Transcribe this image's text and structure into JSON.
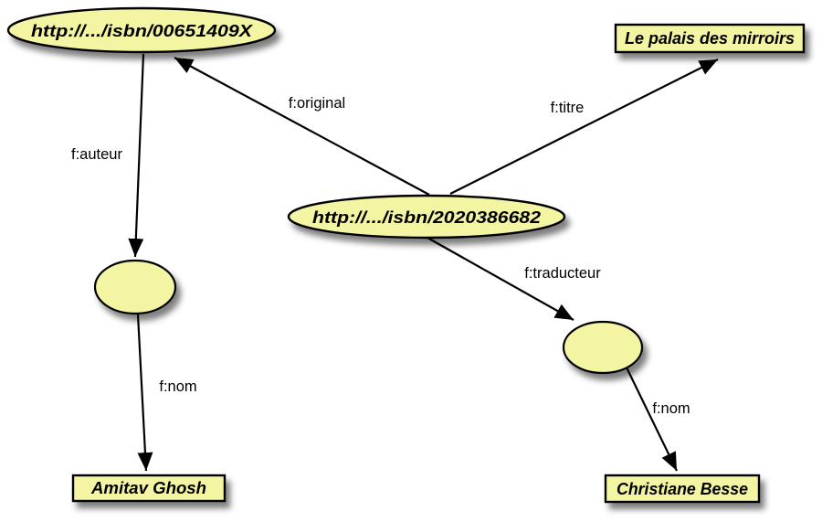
{
  "diagram": {
    "type": "rdf-graph",
    "background": "#ffffff",
    "colors": {
      "node_fill": "#f3f5a2",
      "node_stroke": "#000000",
      "edge_color": "#000000",
      "label_color": "#000000"
    },
    "nodes": {
      "isbn1": {
        "label": "http://.../isbn/00651409X",
        "shape": "ellipse",
        "kind": "resource"
      },
      "isbn2": {
        "label": "http://.../isbn/2020386682",
        "shape": "ellipse",
        "kind": "resource"
      },
      "titre": {
        "label": "Le palais des mirroirs",
        "shape": "rect",
        "kind": "literal"
      },
      "blank_auteur": {
        "label": "",
        "shape": "ellipse",
        "kind": "blank-node"
      },
      "blank_traducteur": {
        "label": "",
        "shape": "ellipse",
        "kind": "blank-node"
      },
      "auteur_nom": {
        "label": "Amitav Ghosh",
        "shape": "rect",
        "kind": "literal"
      },
      "traducteur_nom": {
        "label": "Christiane Besse",
        "shape": "rect",
        "kind": "literal"
      }
    },
    "edges": {
      "original": {
        "label": "f:original",
        "from": "isbn2",
        "to": "isbn1"
      },
      "titre": {
        "label": "f:titre",
        "from": "isbn2",
        "to": "titre"
      },
      "auteur": {
        "label": "f:auteur",
        "from": "isbn1",
        "to": "blank_auteur"
      },
      "traducteur": {
        "label": "f:traducteur",
        "from": "isbn2",
        "to": "blank_traducteur"
      },
      "nom_auteur": {
        "label": "f:nom",
        "from": "blank_auteur",
        "to": "auteur_nom"
      },
      "nom_traducteur": {
        "label": "f:nom",
        "from": "blank_traducteur",
        "to": "traducteur_nom"
      }
    }
  }
}
